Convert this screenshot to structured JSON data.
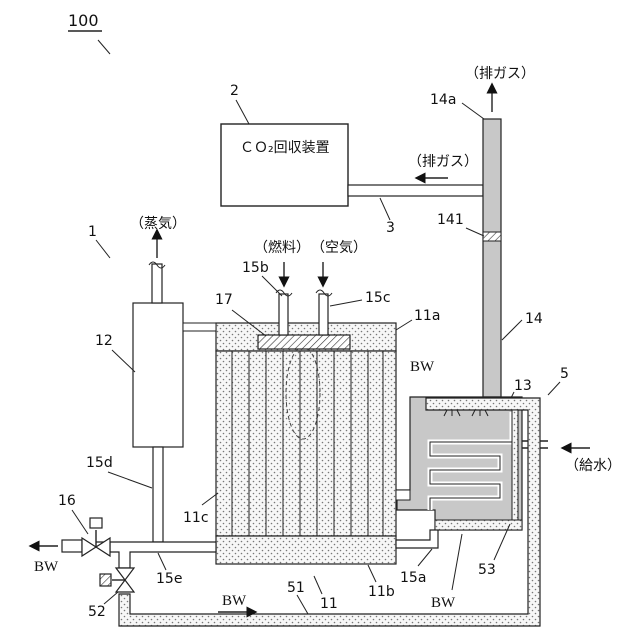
{
  "figure_number": "100",
  "labels": {
    "co2_unit_num": "2",
    "co2_unit_text": "ＣＯ₂回収装置",
    "exhaust_top": "（排ガス）",
    "exhaust_side": "（排ガス）",
    "steam": "（蒸気）",
    "fuel": "（燃料）",
    "air": "（空気）",
    "feedwater": "（給水）",
    "n1": "1",
    "n3": "3",
    "n5": "5",
    "n11": "11",
    "n11a": "11a",
    "n11b": "11b",
    "n11c": "11c",
    "n12": "12",
    "n13": "13",
    "n14": "14",
    "n14a": "14a",
    "n141": "141",
    "n15a": "15a",
    "n15b": "15b",
    "n15c": "15c",
    "n15d": "15d",
    "n15e": "15e",
    "n16": "16",
    "n17": "17",
    "n51": "51",
    "n52": "52",
    "n53": "53",
    "bw_left": "BW",
    "bw_bottom_arrow": "BW",
    "bw_bottom": "BW",
    "bw_top": "BW"
  },
  "colors": {
    "stack_fill": "#c8c8c8",
    "dotted_fill": "#f4f4f4",
    "line": "#222222"
  }
}
